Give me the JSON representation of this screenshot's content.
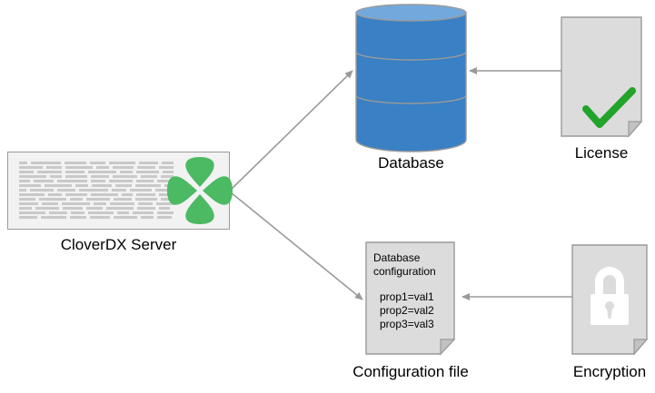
{
  "diagram": {
    "title_present": false,
    "nodes": {
      "server": {
        "label": "CloverDX Server",
        "icon": "clover-logo-icon",
        "fill": "#f2f2f2",
        "stroke": "#9a9a9a",
        "logo_color": "#4CB963"
      },
      "database": {
        "label": "Database",
        "shape": "cylinder",
        "fill": "#3a80c4",
        "top_fill": "#72a9dd",
        "stroke": "#9a9a9a",
        "bands": 3
      },
      "license": {
        "label": "License",
        "shape": "document",
        "icon": "check-mark-icon",
        "fill": "#dcdcdc",
        "stroke": "#9a9a9a",
        "check_color": "#22a329"
      },
      "config_file": {
        "label": "Configuration file",
        "shape": "document",
        "fill": "#dcdcdc",
        "stroke": "#9a9a9a",
        "heading_line1": "Database",
        "heading_line2": "configuration",
        "properties": [
          "prop1=val1",
          "prop2=val2",
          "prop3=val3"
        ]
      },
      "encryption": {
        "label": "Encryption",
        "shape": "document",
        "icon": "padlock-icon",
        "fill": "#dcdcdc",
        "stroke": "#9a9a9a",
        "lock_color": "#ffffff"
      }
    },
    "edges": [
      {
        "name": "server-to-database",
        "from": "server",
        "to": "database",
        "style": "arrow"
      },
      {
        "name": "server-to-config-file",
        "from": "server",
        "to": "config_file",
        "style": "arrow"
      },
      {
        "name": "license-to-database",
        "from": "license",
        "to": "database",
        "style": "arrow"
      },
      {
        "name": "encryption-to-config-file",
        "from": "encryption",
        "to": "config_file",
        "style": "arrow"
      }
    ],
    "edge_color": "#9a9a9a"
  }
}
